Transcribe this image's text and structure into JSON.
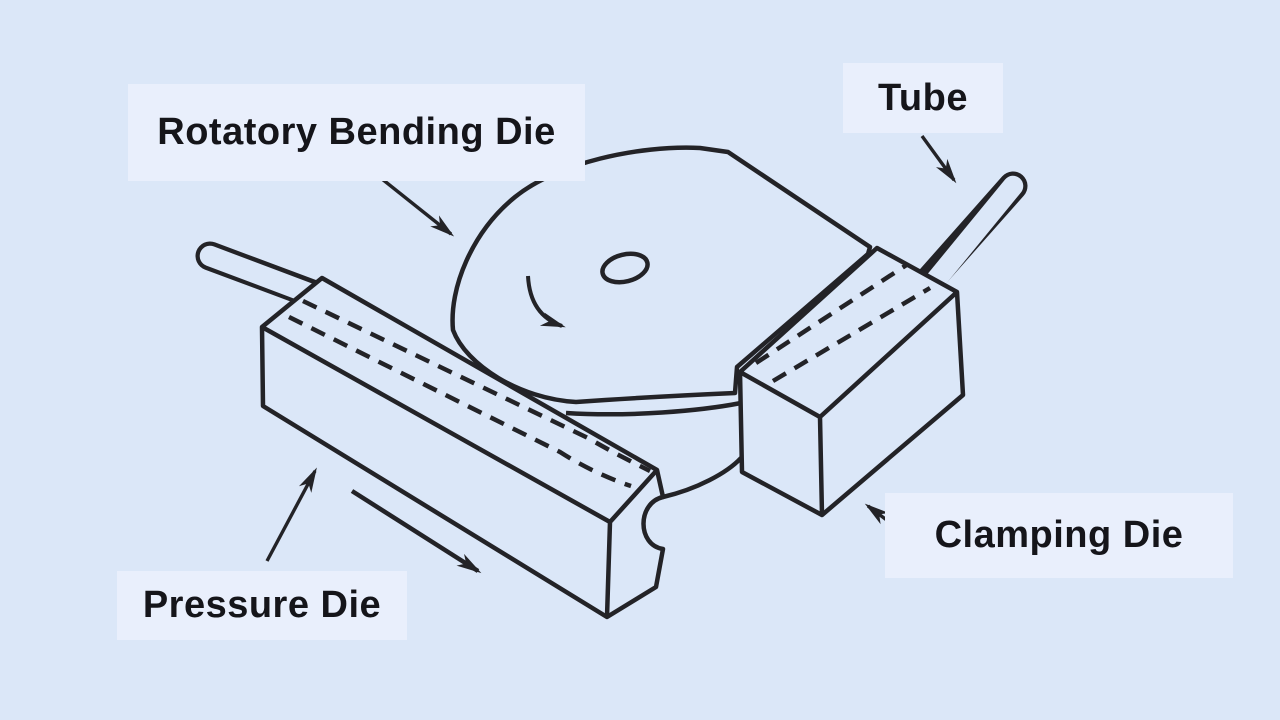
{
  "colors": {
    "background": "#dbe7f8",
    "label_box": "#e9effc",
    "line": "#232327",
    "text": "#15151a"
  },
  "labels": {
    "rotary_bending_die": "Rotatory Bending Die",
    "tube": "Tube",
    "pressure_die": "Pressure Die",
    "clamping_die": "Clamping Die"
  }
}
